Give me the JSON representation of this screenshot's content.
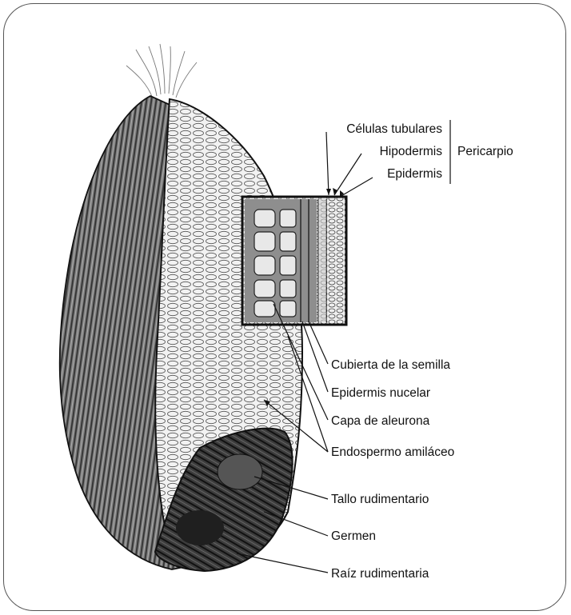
{
  "labels": {
    "celulas_tubulares": "Células tubulares",
    "hipodermis": "Hipodermis",
    "epidermis": "Epidermis",
    "pericarpio": "Pericarpio",
    "cubierta_semilla": "Cubierta de la semilla",
    "epidermis_nucelar": "Epidermis nucelar",
    "capa_aleurona": "Capa de aleurona",
    "endospermo": "Endospermo amiláceo",
    "tallo": "Tallo rudimentario",
    "germen": "Germen",
    "raiz": "Raíz rudimentaria"
  },
  "colors": {
    "ink": "#1a1a1a",
    "shade_dark": "#3a3a3a",
    "shade_mid": "#8a8a8a",
    "paper": "#ffffff"
  }
}
